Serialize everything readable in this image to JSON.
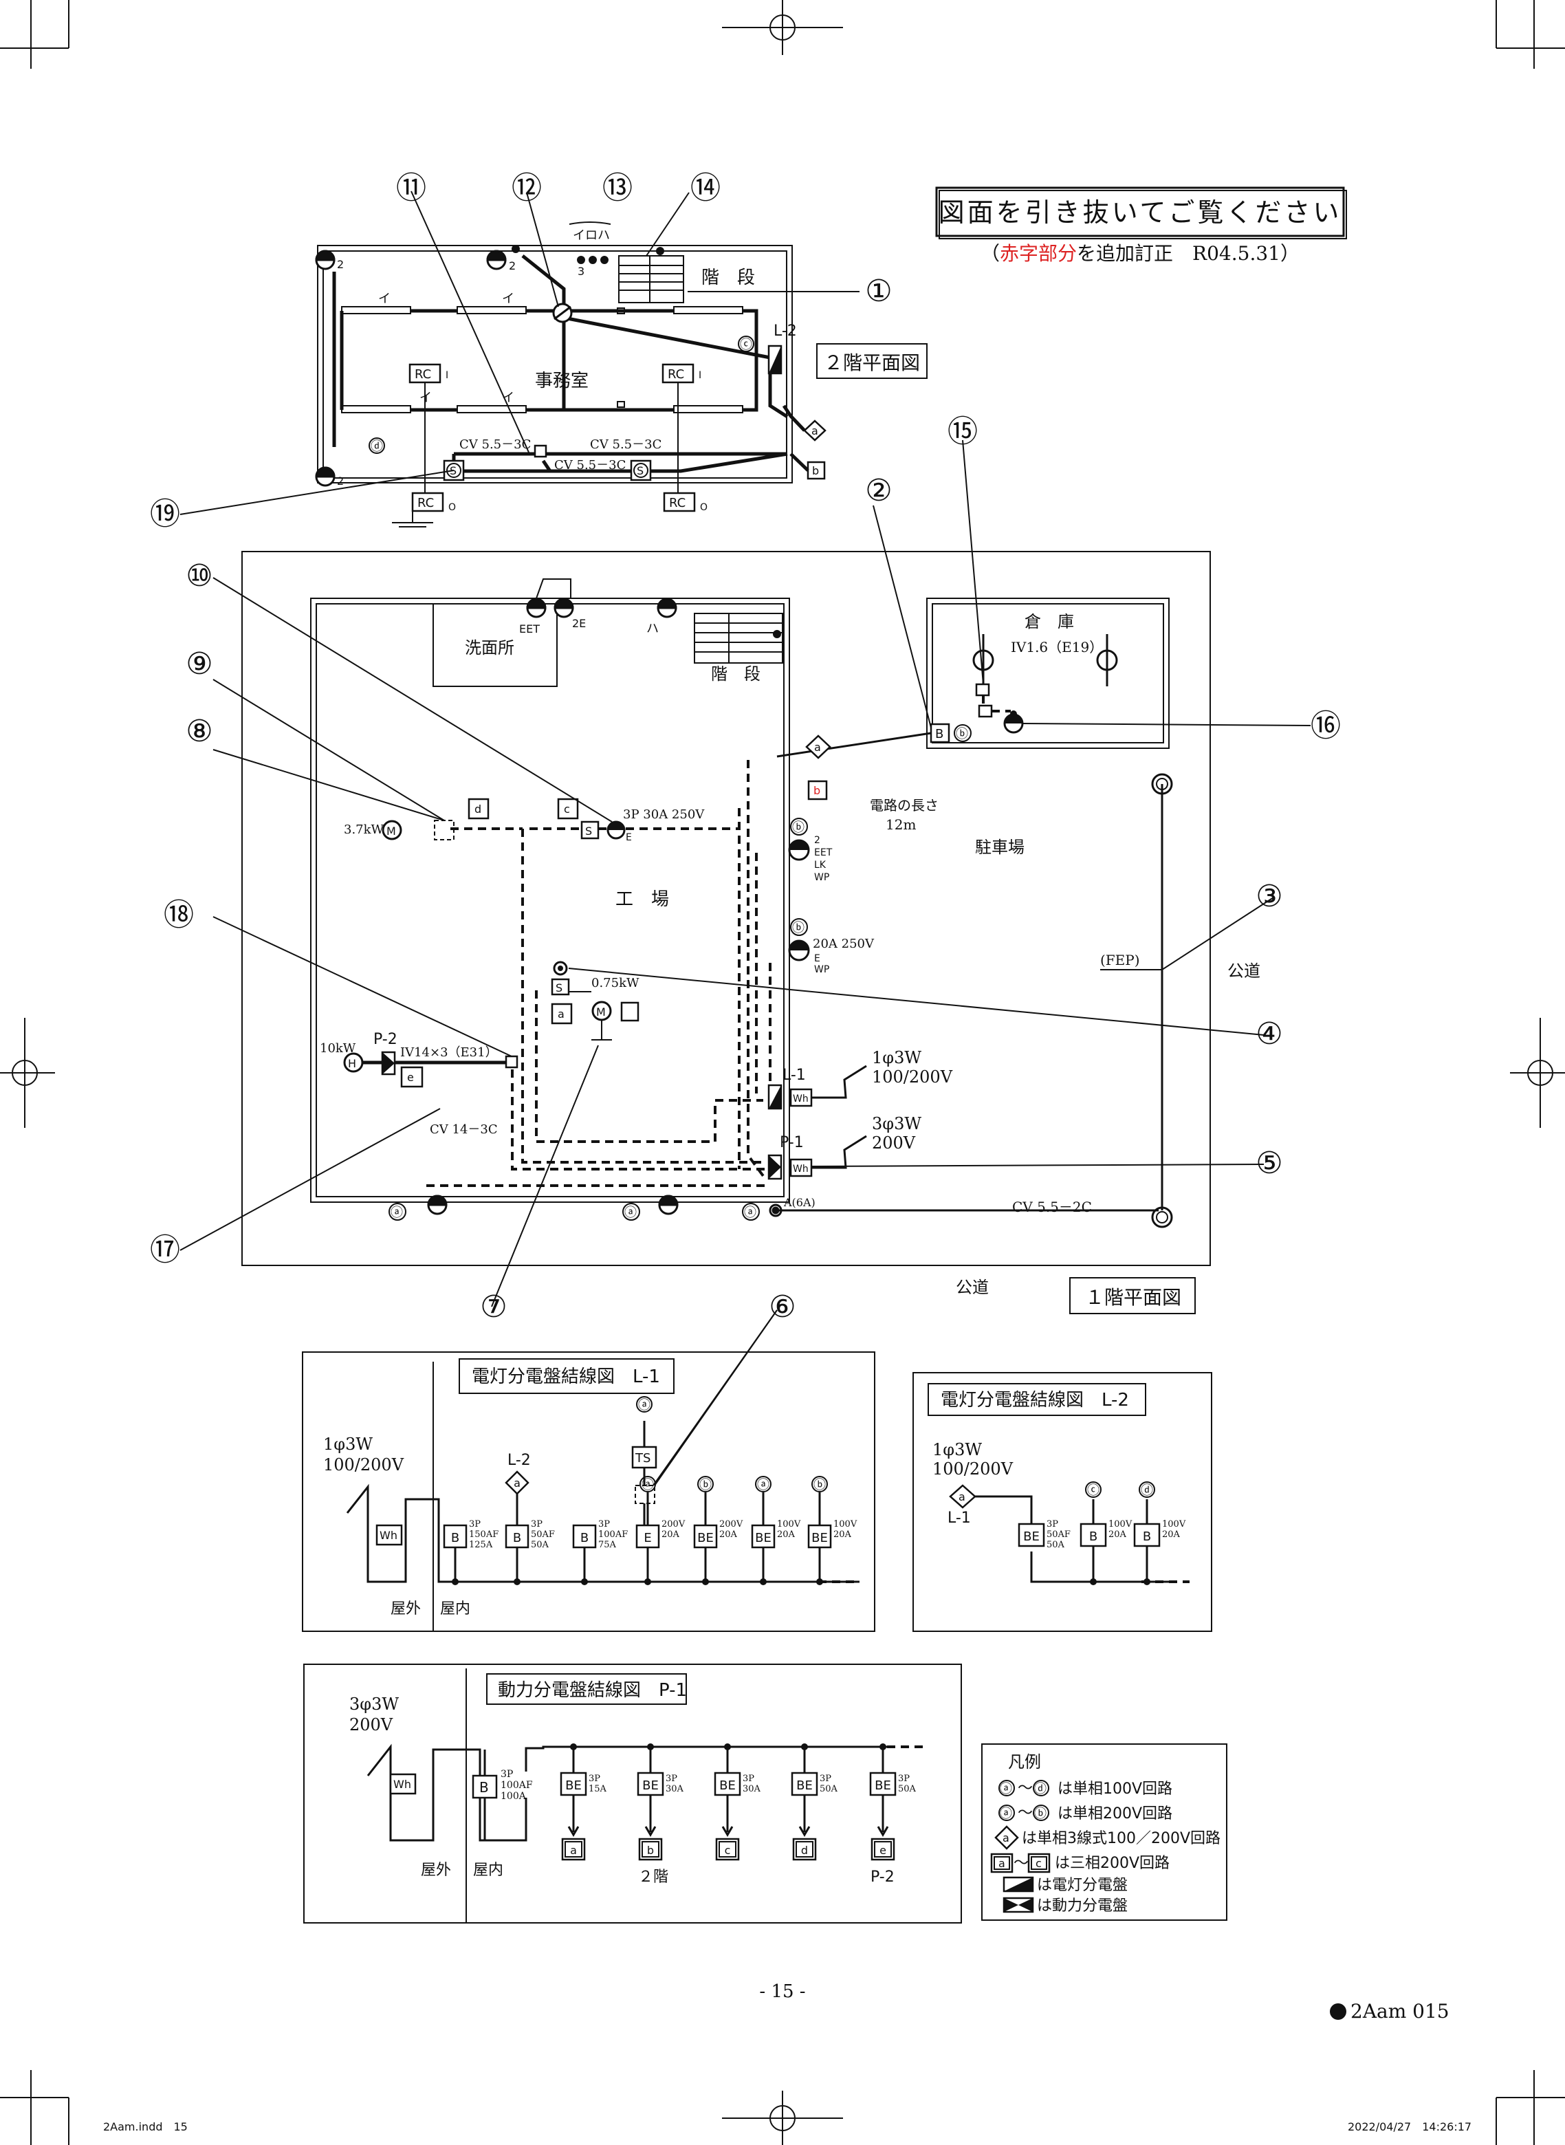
{
  "notice": {
    "title": "図面を引き抜いてご覧ください",
    "correction_red": "赤字部分",
    "correction_rest": "を追加訂正　R04.5.31"
  },
  "callouts": [
    "①",
    "②",
    "③",
    "④",
    "⑤",
    "⑥",
    "⑦",
    "⑧",
    "⑨",
    "⑩",
    "⑪",
    "⑫",
    "⑬",
    "⑭",
    "⑮",
    "⑯",
    "⑰",
    "⑱",
    "⑲"
  ],
  "floor2": {
    "label": "２階平面図",
    "room_office": "事務室",
    "stairs": "階　段",
    "panel": "L-2",
    "switch_group": "イロハ",
    "light_i": "イ",
    "cable_left": "CV 5.5－3C",
    "cable_right": "CV 5.5－3C",
    "cable_mid": "CV 5.5－3C",
    "rc": "RC",
    "rc_suffix_i": "I",
    "rc_suffix_o": "O",
    "outlet_2": "2",
    "switch_3": "3",
    "circuit_c": "ⓒ",
    "circuit_d": "ⓓ",
    "circuit_a_diamond": "a",
    "circuit_b_square": "b",
    "sw_s": "S"
  },
  "floor1": {
    "label": "１階平面図",
    "factory": "工　場",
    "washroom": "洗面所",
    "stairs": "階　段",
    "warehouse": "倉　庫",
    "parking": "駐車場",
    "public_road_right": "公道",
    "public_road_bottom": "公道",
    "eet": "EET",
    "two_e": "2E",
    "ha": "ハ",
    "motor_37": "3.7kW",
    "motor_075": "0.75kW",
    "heater_10": "10kW",
    "panel_p2": "P-2",
    "panel_l1": "L-1",
    "panel_p1": "P-1",
    "iv14": "IV14×3（E31）",
    "cv14": "CV 14－3C",
    "outlet_3p": "3P 30A 250V",
    "outlet_20a": "20A 250V",
    "outlet_20a_e": "E",
    "outlet_20a_wp": "WP",
    "eet_lk_wp_2": "2",
    "eet_lk_wp_1": "EET",
    "eet_lk_wp_2b": "LK",
    "eet_lk_wp_3": "WP",
    "circuit_len_1": "電路の長さ",
    "circuit_len_2": "12m",
    "iv16": "IV1.6（E19）",
    "fep": "(FEP)",
    "cv55_2c": "CV 5.5－2C",
    "service_1p_1": "1φ3W",
    "service_1p_2": "100/200V",
    "service_3p_1": "3φ3W",
    "service_3p_2": "200V",
    "a6a": "A(6A)",
    "wh": "Wh",
    "b": "B",
    "box_a": "a",
    "box_b": "b",
    "box_c": "c",
    "box_d": "d",
    "box_e": "e",
    "sw_s": "S",
    "e_mark": "E",
    "circle_a": "ⓐ",
    "circle_b": "ⓑ",
    "outline_a": "ⓐ",
    "outline_b": "ⓑ"
  },
  "l1": {
    "title": "電灯分電盤結線図　L-1",
    "service_1": "1φ3W",
    "service_2": "100/200V",
    "outdoor": "屋外",
    "indoor": "屋内",
    "wh": "Wh",
    "l2": "L-2",
    "ts": "TS",
    "breakers": [
      {
        "sym": "B",
        "r1": "3P",
        "r2": "150AF",
        "r3": "125A",
        "to": ""
      },
      {
        "sym": "B",
        "r1": "3P",
        "r2": "50AF",
        "r3": "50A",
        "to": "a"
      },
      {
        "sym": "B",
        "r1": "3P",
        "r2": "100AF",
        "r3": "75A",
        "to": ""
      },
      {
        "sym": "E",
        "r1": "200V",
        "r2": "20A",
        "r3": "",
        "to": "ⓐ"
      },
      {
        "sym": "BE",
        "r1": "200V",
        "r2": "20A",
        "r3": "",
        "to": "ⓑ"
      },
      {
        "sym": "BE",
        "r1": "100V",
        "r2": "20A",
        "r3": "",
        "to": "ⓐ"
      },
      {
        "sym": "BE",
        "r1": "100V",
        "r2": "20A",
        "r3": "",
        "to": "ⓑ"
      }
    ]
  },
  "l2": {
    "title": "電灯分電盤結線図　L-2",
    "service_1": "1φ3W",
    "service_2": "100/200V",
    "l1": "L-1",
    "feed": "a",
    "breakers": [
      {
        "sym": "BE",
        "r1": "3P",
        "r2": "50AF",
        "r3": "50A",
        "to": ""
      },
      {
        "sym": "B",
        "r1": "100V",
        "r2": "20A",
        "r3": "",
        "to": "ⓒ"
      },
      {
        "sym": "B",
        "r1": "100V",
        "r2": "20A",
        "r3": "",
        "to": "ⓓ"
      }
    ]
  },
  "p1": {
    "title": "動力分電盤結線図　P-1",
    "service_1": "3φ3W",
    "service_2": "200V",
    "outdoor": "屋外",
    "indoor": "屋内",
    "wh": "Wh",
    "main": {
      "sym": "B",
      "r1": "3P",
      "r2": "100AF",
      "r3": "100A"
    },
    "branches": [
      {
        "sym": "BE",
        "r1": "3P",
        "r2": "15A",
        "to": "a"
      },
      {
        "sym": "BE",
        "r1": "3P",
        "r2": "30A",
        "to": "b"
      },
      {
        "sym": "BE",
        "r1": "3P",
        "r2": "30A",
        "to": "c"
      },
      {
        "sym": "BE",
        "r1": "3P",
        "r2": "50A",
        "to": "d"
      },
      {
        "sym": "BE",
        "r1": "3P",
        "r2": "50A",
        "to": "e"
      }
    ],
    "label_2f": "２階",
    "label_p2": "P-2"
  },
  "legend": {
    "title": "凡例",
    "row1_a": "ⓐ",
    "row1_tilde": "～",
    "row1_b": "ⓓ",
    "row1": "は単相100V回路",
    "row2_a": "ⓐ",
    "row2_tilde": "～",
    "row2_b": "ⓑ",
    "row2": "は単相200V回路",
    "row3_sym": "a",
    "row3": "は単相3線式100／200V回路",
    "row4_a": "a",
    "row4_tilde": "～",
    "row4_b": "c",
    "row4": "は三相200V回路",
    "row5": "は電灯分電盤",
    "row6": "は動力分電盤"
  },
  "footer": {
    "page": "- 15 -",
    "code": "2Aam 015",
    "file": "2Aam.indd　15",
    "timestamp": "2022/04/27　14:26:17"
  }
}
